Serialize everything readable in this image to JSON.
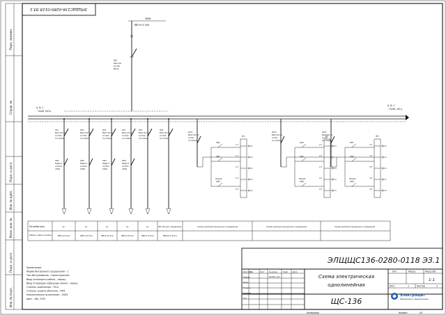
{
  "document": {
    "stamp_code": "ЭЛЩЩС136-0280-0118 ЭЗ.1",
    "code": "ЭЛЩЩС136-0280-0118 ЭЗ.1",
    "title": "Схема электрическая однолинейная",
    "panel": "ЩС-136",
    "sheet_label": "Лист",
    "sheet": "1",
    "sheets_label": "Листов",
    "sheets": "2",
    "lit_label": "Лит",
    "mass_label": "Масса",
    "scale_label": "Масштаб",
    "scale": "1:1",
    "copied": "Копировал",
    "format_label": "Формат",
    "format": "A3"
  },
  "side_labels": [
    "Перв. примен.",
    "Справ. №",
    "Подп. и дата",
    "Инв. № дубл.",
    "Взам. инв. №",
    "Подп. и дата",
    "Инв. № подл."
  ],
  "title_block": {
    "rows": [
      "Изм Лист",
      "Разраб",
      "Пров",
      "Т.контр",
      "Н.контр",
      "Утв"
    ],
    "header": [
      "Изм",
      "Лист",
      "№ докум",
      "Подп",
      "Дата"
    ],
    "developer": "Болбас А.В."
  },
  "company": {
    "name": "Электрощит",
    "tagline": "Обновление и преумножение"
  },
  "input": {
    "cable": "ВВГнгLS 5х6",
    "breaker_name": "QS",
    "breaker_specs": [
      "ВА47-29",
      "3п 63А",
      "ВР-32"
    ],
    "feeder": "380В",
    "bus_left": [
      "A, B, C",
      "~3х4В, 50Гц"
    ],
    "bus_right": [
      "A, B, C",
      "~3х4В, 50Гц"
    ]
  },
  "feeders": [
    {
      "qf": "QF1",
      "spec": "ВА47-63 3п",
      "rating": "In=25А",
      "ka": "Icu=10kА",
      "km": "КМ1",
      "kmspec": "ВЩ12-1 Iн=25А 230В",
      "cons": "вх.",
      "cable": "ВВГнгLS 5х4"
    },
    {
      "qf": "QF2",
      "spec": "ВА47-63 3п",
      "rating": "In=25А",
      "ka": "Icu=10kА",
      "km": "КМ2",
      "kmspec": "ВЩ12-1 Iн=25А 230В",
      "cons": "вх.",
      "cable": "ВВГнгLS 5х4"
    },
    {
      "qf": "QF3",
      "spec": "ВА47-63 3п",
      "rating": "In=25А",
      "ka": "Icu=10kА",
      "km": "КМ3",
      "kmspec": "ВЩ12-1 Iн=25А 230В",
      "cons": "вх.",
      "cable": "ВВГнгLS 5х4"
    },
    {
      "qf": "QF4",
      "spec": "ВА47-63 3п",
      "rating": "In=25А",
      "ka": "Icu=10kА",
      "km": "КМ4",
      "kmspec": "ВЩ12-1 Iн=25А 230В",
      "cons": "вх.",
      "cable": "ВВГнгLS 5х4"
    },
    {
      "qf": "QF5",
      "spec": "ВА47-63 3п",
      "rating": "In=25А",
      "ka": "Icu=10kА",
      "km": "",
      "kmspec": "",
      "cons": "вх.",
      "cable": "ВВГнгLS 5х4"
    },
    {
      "qf": "QF6",
      "spec": "ВА47-63 3п",
      "rating": "In=25А",
      "ka": "Icu=10kА",
      "km": "",
      "kmspec": "",
      "cons": "ВП-136 щит управления",
      "cable": "ВВГнгLS 3х2,5"
    }
  ],
  "control_circuits": [
    {
      "qf": "QF11",
      "spec": "ВА47-63 1п",
      "rating": "In=6А",
      "ka": "Icu=10kА",
      "x": "X1",
      "cont": [
        "1:1",
        "1:2",
        "1:3",
        "1:4",
        "1:5"
      ],
      "k": [
        "КМ1",
        "КМ2",
        "КМ3"
      ],
      "res": "Резерв",
      "cap": "Схема цепей дистанционного управления"
    },
    {
      "qf": "QF21",
      "spec": "ВА47-63 1п",
      "rating": "In=6А",
      "ka": "Icu=10kА",
      "x": "X2",
      "cont": [
        "2:1",
        "2:2",
        "2:3",
        "2:4",
        "2:5"
      ],
      "k": [
        "КМ4",
        "КМ5",
        "КМ6"
      ],
      "res": "Резерв",
      "cap": "Схема цепей дистанционного управления"
    },
    {
      "qf": "QF31",
      "spec": "ВА47-63 1п",
      "rating": "In=6А",
      "ka": "Icu=10kА",
      "x": "X3",
      "cont": [
        "3:1",
        "3:2",
        "3:3",
        "3:4",
        "3:5"
      ],
      "k": [
        "КМ7",
        "КМ8",
        "КМ9"
      ],
      "res": "Резерв",
      "cap": "Схема цепей дистанционного управления"
    }
  ],
  "table_labels": {
    "consumer": "Потребитель",
    "cable": "Кабель, марка сечения"
  },
  "notes": [
    "Примечания:",
    "Форма Внутреннего разделения – 1",
    "Тип обслуживания – Одностороннее",
    "Ввод питающего кабеля – сверху",
    "Ввод отходящих кабельных линий – сверху",
    "Степень заземления – TN-S",
    "Степень защиты оболочки – IP54",
    "Климатическое исполнение – УХЛ4",
    "Цвет – RAL 7035"
  ]
}
